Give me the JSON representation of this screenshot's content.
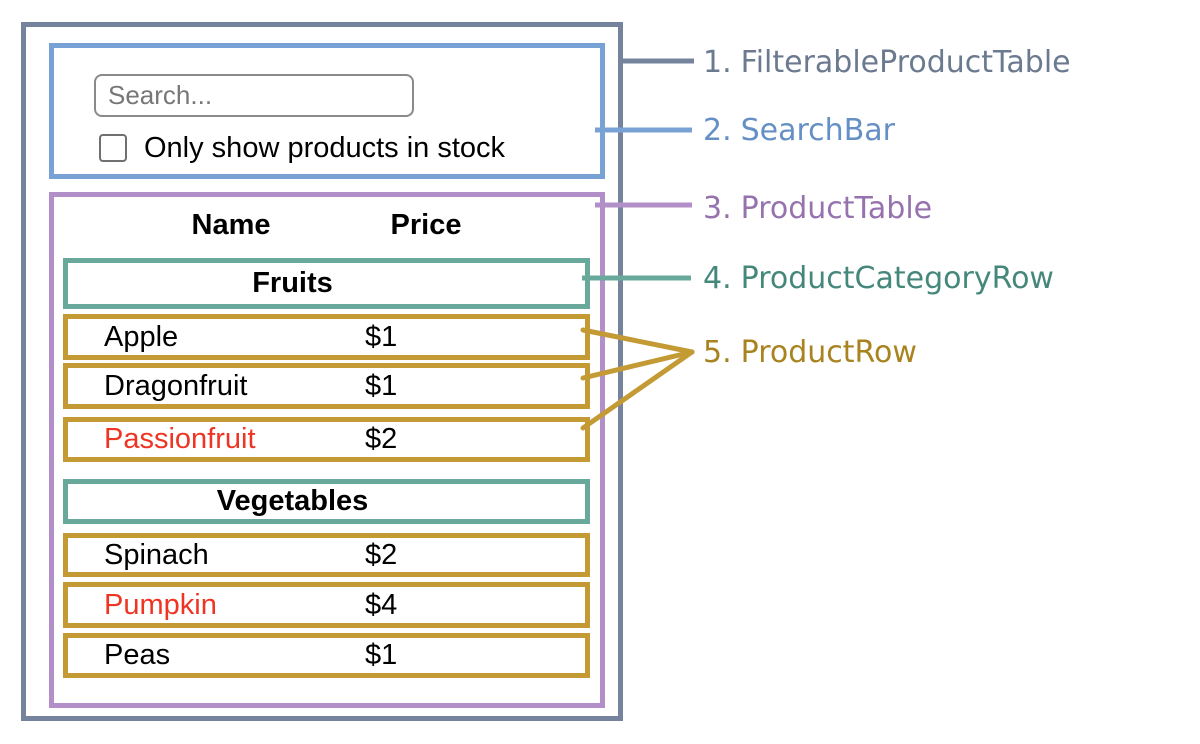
{
  "diagram": {
    "search_bar": {
      "search_placeholder": "Search...",
      "checkbox_label": "Only show products in stock",
      "checkbox_checked": false
    },
    "table": {
      "headers": [
        "Name",
        "Price"
      ],
      "sections": [
        {
          "category": "Fruits",
          "rows": [
            {
              "name": "Apple",
              "price": "$1",
              "out_of_stock": false
            },
            {
              "name": "Dragonfruit",
              "price": "$1",
              "out_of_stock": false
            },
            {
              "name": "Passionfruit",
              "price": "$2",
              "out_of_stock": true
            }
          ]
        },
        {
          "category": "Vegetables",
          "rows": [
            {
              "name": "Spinach",
              "price": "$2",
              "out_of_stock": false
            },
            {
              "name": "Pumpkin",
              "price": "$4",
              "out_of_stock": true
            },
            {
              "name": "Peas",
              "price": "$1",
              "out_of_stock": false
            }
          ]
        }
      ]
    }
  },
  "legend": [
    {
      "number": "1.",
      "label": "FilterableProductTable",
      "color": "#6c7a90"
    },
    {
      "number": "2.",
      "label": "SearchBar",
      "color": "#6590c5"
    },
    {
      "number": "3.",
      "label": "ProductTable",
      "color": "#9673ae"
    },
    {
      "number": "4.",
      "label": "ProductCategoryRow",
      "color": "#45887b"
    },
    {
      "number": "5.",
      "label": "ProductRow",
      "color": "#a8831f"
    }
  ],
  "colors": {
    "outer_border": "#75839d",
    "searchbar_border": "#78a2d6",
    "product_table_border": "#b38fca",
    "category_row_border": "#68a99c",
    "product_row_border": "#c49a35",
    "out_of_stock_text": "#ee3524",
    "background": "#ffffff"
  }
}
